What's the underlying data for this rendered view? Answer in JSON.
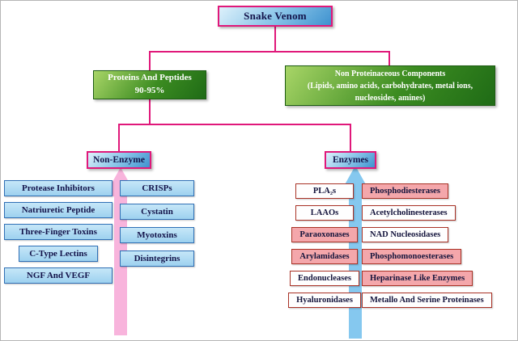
{
  "colors": {
    "connector": "#e0187a",
    "node_blue_border": "#e0187a",
    "green_fill": "#3c8c21",
    "left_item_fill": "#aeddf5",
    "left_item_border": "#2f6fb5",
    "enzyme_item_border": "#a93226",
    "enzyme_pink_fill": "#f4a7ab",
    "arrow_pink": "#f8b4dc",
    "arrow_blue": "#85c8ef"
  },
  "root": {
    "label": "Snake Venom"
  },
  "branches": {
    "proteins": {
      "line1": "Proteins And Peptides",
      "line2": "90-95%"
    },
    "non_proteinaceous": {
      "line1": "Non Proteinaceous Components",
      "line2": "(Lipids, amino acids, carbohydrates, metal ions,",
      "line3": "nucleosides, amines)"
    }
  },
  "groups": {
    "non_enzyme": {
      "label": "Non-Enzyme",
      "col1": [
        "Protease Inhibitors",
        "Natriuretic Peptide",
        "Three-Finger Toxins",
        "C-Type Lectins",
        "NGF And VEGF"
      ],
      "col2": [
        "CRISPs",
        "Cystatin",
        "Myotoxins",
        "Disintegrins"
      ]
    },
    "enzymes": {
      "label": "Enzymes",
      "col1": [
        {
          "label": "PLA₂s",
          "tone": "white"
        },
        {
          "label": "LAAOs",
          "tone": "white"
        },
        {
          "label": "Paraoxonases",
          "tone": "pink"
        },
        {
          "label": "Arylamidases",
          "tone": "pink"
        },
        {
          "label": "Endonucleases",
          "tone": "white"
        },
        {
          "label": "Hyaluronidases",
          "tone": "white"
        }
      ],
      "col2": [
        {
          "label": "Phosphodiesterases",
          "tone": "pink"
        },
        {
          "label": "Acetylcholinesterases",
          "tone": "white"
        },
        {
          "label": "NAD Nucleosidases",
          "tone": "white"
        },
        {
          "label": "Phosphomonoesterases",
          "tone": "pink"
        },
        {
          "label": "Heparinase Like Enzymes",
          "tone": "pink"
        },
        {
          "label": "Metallo And Serine Proteinases",
          "tone": "white"
        }
      ]
    }
  }
}
